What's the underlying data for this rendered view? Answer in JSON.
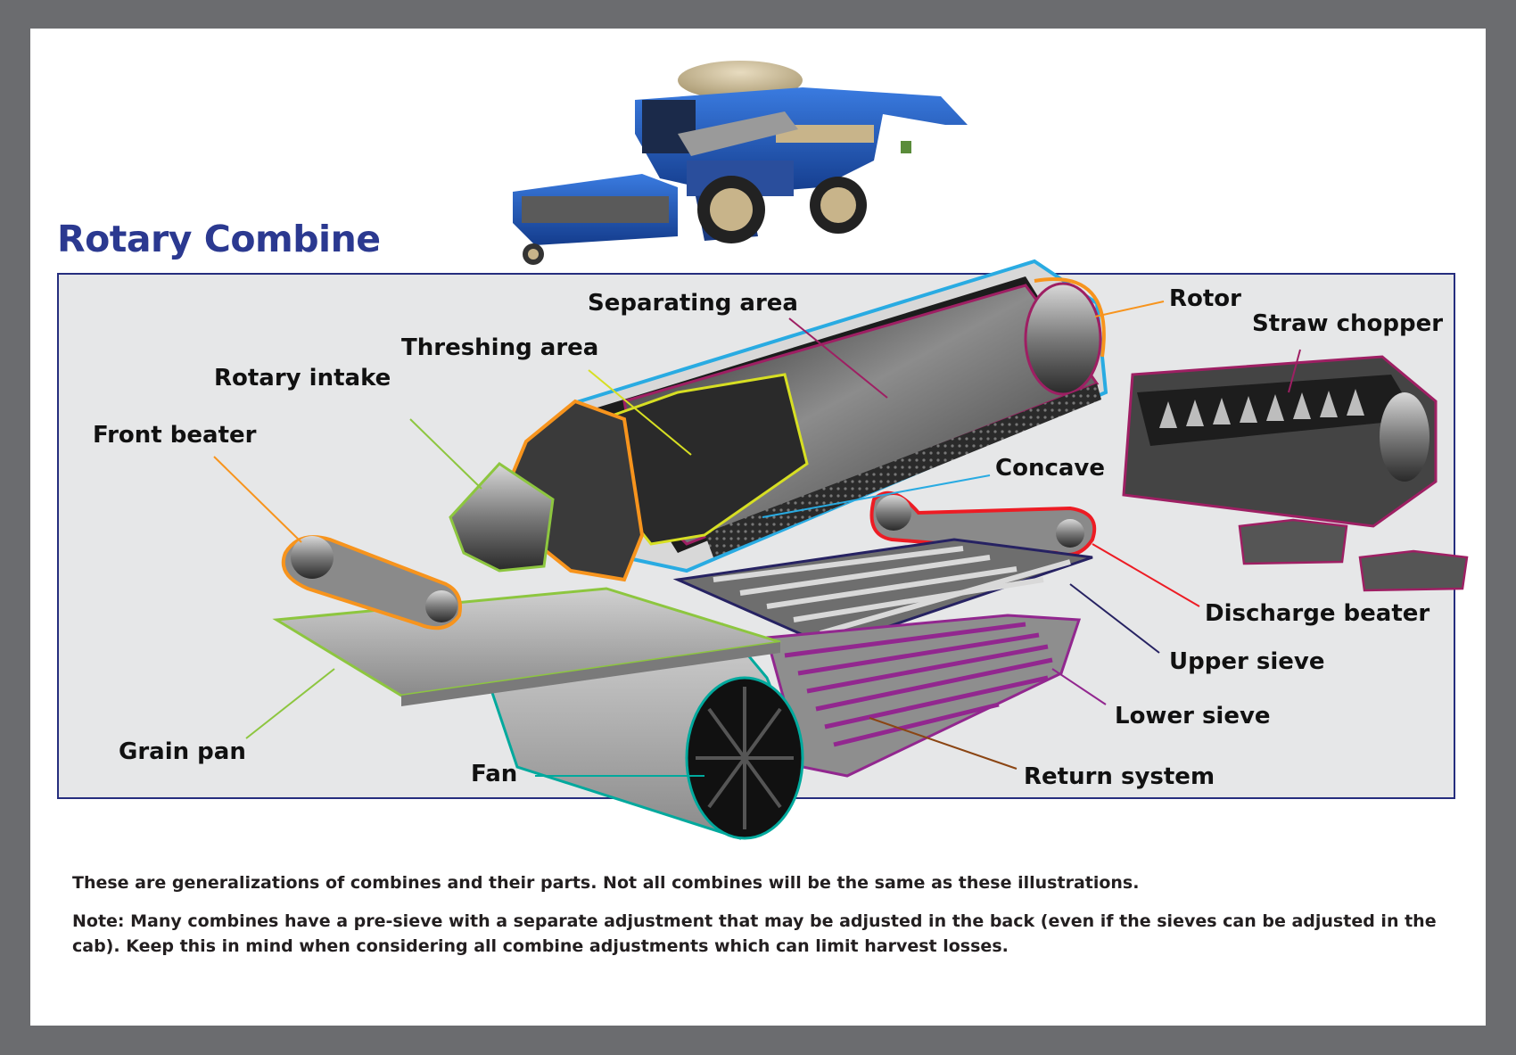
{
  "title": "Rotary Combine",
  "labels": {
    "separating_area": "Separating area",
    "rotor": "Rotor",
    "straw_chopper": "Straw chopper",
    "threshing_area": "Threshing area",
    "rotary_intake": "Rotary intake",
    "front_beater": "Front beater",
    "concave": "Concave",
    "discharge_beater": "Discharge beater",
    "upper_sieve": "Upper sieve",
    "lower_sieve": "Lower sieve",
    "grain_pan": "Grain pan",
    "fan": "Fan",
    "return_system": "Return system"
  },
  "notes": {
    "line1": "These are generalizations of combines and their parts. Not all combines will be the same as these illustrations.",
    "line2": "Note: Many combines have a pre-sieve with a separate adjustment that may be adjusted in the back (even if the sieves can be adjusted in the cab). Keep this in mind when considering all combine adjustments which can limit harvest losses."
  },
  "colors": {
    "frame": "#6b6c6f",
    "title": "#2b3990",
    "panel_bg": "#e6e7e8",
    "panel_border": "#262e7e",
    "combine_body": "#1f5fbf",
    "rotor_outline": "#29abe2",
    "rotor_inner": "#9e1f63",
    "threshing": "#d7df23",
    "intake": "#8dc63f",
    "front_beater": "#f7941d",
    "discharge_beater": "#ed1c24",
    "upper_sieve": "#262262",
    "lower_sieve": "#92278f",
    "grain_pan": "#8dc63f",
    "fan": "#00a99d",
    "return_system": "#8b4513",
    "straw_chopper": "#9e1f63"
  },
  "icons": [
    "combine-harvester-image"
  ]
}
